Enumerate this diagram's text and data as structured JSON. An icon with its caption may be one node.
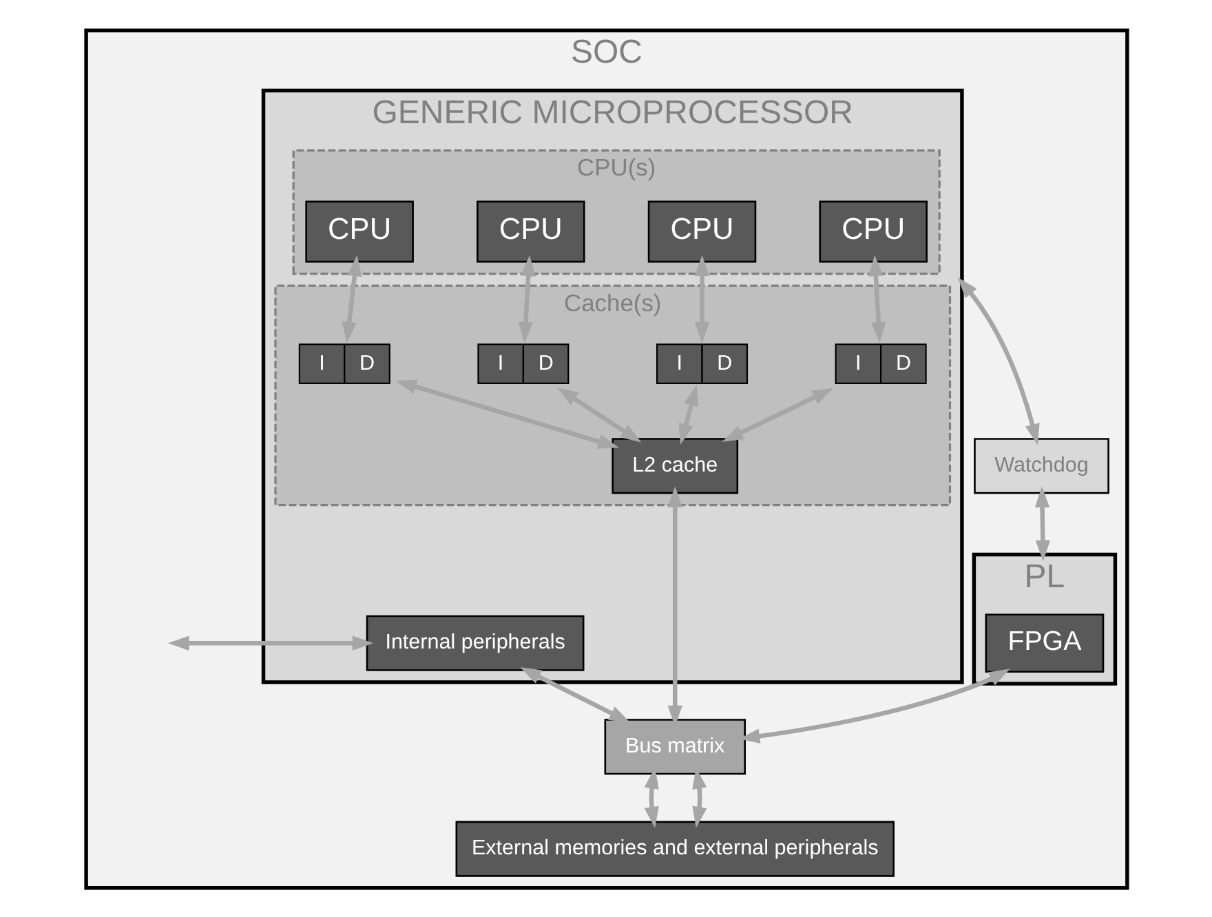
{
  "diagram": {
    "nodes": [
      {
        "text": [
          "SOC"
        ]
      },
      {
        "text": [
          "GENERIC MICROPROCESSOR"
        ],
        "in": 0
      },
      {
        "text": [
          "CPU(s)"
        ],
        "in": 1
      },
      {
        "text": [
          "CPU"
        ],
        "in": 2
      },
      {
        "text": [
          "CPU"
        ],
        "in": 2
      },
      {
        "text": [
          "CPU"
        ],
        "in": 2
      },
      {
        "text": [
          "CPU"
        ],
        "in": 2
      },
      {
        "text": [
          "Cache(s)"
        ],
        "in": 1
      },
      {
        "text": [
          "I",
          "D"
        ],
        "in": 7
      },
      {
        "text": [
          "I",
          "D"
        ],
        "in": 7
      },
      {
        "text": [
          "I",
          "D"
        ],
        "in": 7
      },
      {
        "text": [
          "I",
          "D"
        ],
        "in": 7
      },
      {
        "text": [
          "L2 cache"
        ],
        "in": 7
      },
      {
        "text": [
          "Internal peripherals"
        ],
        "in": 1
      },
      {
        "text": [
          "Watchdog"
        ],
        "in": 0
      },
      {
        "text": [
          "PL"
        ],
        "in": 0
      },
      {
        "text": [
          "FPGA"
        ],
        "in": 15
      },
      {
        "text": [
          "Bus matrix"
        ],
        "in": 0
      },
      {
        "text": [
          "External memories and external peripherals"
        ],
        "in": 0
      }
    ],
    "edges": [
      {
        "from": 1,
        "to": 14,
        "arrow": "both"
      },
      {
        "from": 14,
        "to": 15,
        "arrow": "both"
      },
      {
        "from": 3,
        "to": 8,
        "arrow": "both"
      },
      {
        "from": 4,
        "to": 9,
        "arrow": "both"
      },
      {
        "from": 5,
        "to": 10,
        "arrow": "both"
      },
      {
        "from": 6,
        "to": 11,
        "arrow": "both"
      },
      {
        "from": 8,
        "to": 12,
        "arrow": "both"
      },
      {
        "from": 9,
        "to": 12,
        "arrow": "both"
      },
      {
        "from": 10,
        "to": 12,
        "arrow": "both"
      },
      {
        "from": 11,
        "to": 12,
        "arrow": "both"
      },
      {
        "from": 12,
        "to": 17,
        "arrow": "both"
      },
      {
        "from": 16,
        "to": 17,
        "arrow": "both"
      },
      {
        "from": null,
        "to": 13,
        "arrow": "both"
      },
      {
        "from": 13,
        "to": 17,
        "arrow": "both"
      },
      {
        "from": 17,
        "to": 18,
        "arrow": "both"
      },
      {
        "from": 17,
        "to": 18,
        "arrow": "both"
      }
    ]
  }
}
